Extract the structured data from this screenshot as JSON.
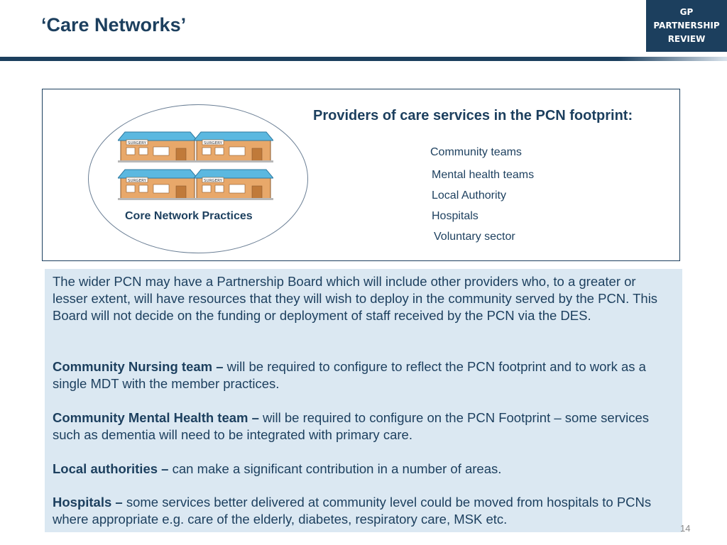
{
  "header": {
    "title": "‘Care Networks’",
    "badge_line1": "GP",
    "badge_line2": "PARTNERSHIP",
    "badge_line3": "REVIEW"
  },
  "diagram": {
    "surgery_sign": "SURGERY",
    "core_label": "Core Network Practices",
    "providers_title": "Providers of care services in the PCN footprint:",
    "providers": [
      "Community teams",
      "Mental health teams",
      "Local Authority",
      "Hospitals",
      "Voluntary sector"
    ]
  },
  "body": {
    "intro": "The wider PCN may have a Partnership Board which will include other providers who, to a greater or lesser extent, will have resources that they will wish to deploy in the community served by the PCN. This Board will not decide on the funding or deployment of staff received by the PCN via the DES.",
    "items": [
      {
        "heading": "Community Nursing team –",
        "text": " will be required to configure to reflect the PCN footprint and to work as a single MDT with the member practices."
      },
      {
        "heading": "Community Mental Health team –",
        "text": " will be required to configure on the PCN Footprint – some services such as dementia will need to be integrated with primary care."
      },
      {
        "heading": "Local authorities –",
        "text": " can make a significant contribution in a number of areas."
      },
      {
        "heading": "Hospitals –",
        "text": " some services better delivered at community level could be moved from hospitals to PCNs where appropriate e.g. care of the elderly, diabetes, respiratory care, MSK etc."
      }
    ]
  },
  "page_number": "14",
  "colors": {
    "brand_navy": "#1c3f5e",
    "panel_blue": "#dbe8f2",
    "roof_blue": "#5bb8e0",
    "brick": "#e8a86a"
  }
}
